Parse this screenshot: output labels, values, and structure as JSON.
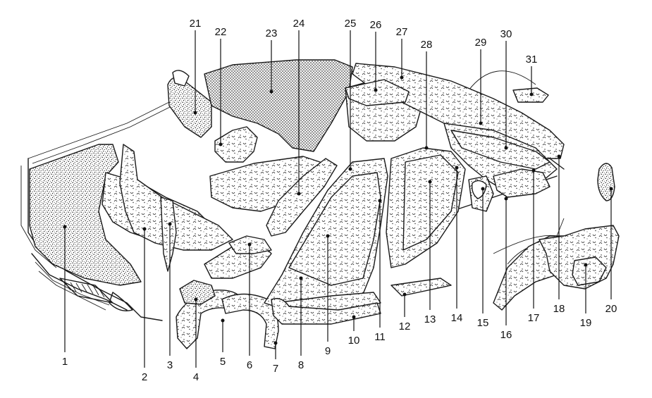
{
  "diagram": {
    "type": "exploded-parts-diagram",
    "callouts": [
      {
        "label": "1"
      },
      {
        "label": "2"
      },
      {
        "label": "3"
      },
      {
        "label": "4"
      },
      {
        "label": "5"
      },
      {
        "label": "6"
      },
      {
        "label": "7"
      },
      {
        "label": "8"
      },
      {
        "label": "9"
      },
      {
        "label": "10"
      },
      {
        "label": "11"
      },
      {
        "label": "12"
      },
      {
        "label": "13"
      },
      {
        "label": "14"
      },
      {
        "label": "15"
      },
      {
        "label": "16"
      },
      {
        "label": "17"
      },
      {
        "label": "18"
      },
      {
        "label": "19"
      },
      {
        "label": "20"
      },
      {
        "label": "21"
      },
      {
        "label": "22"
      },
      {
        "label": "23"
      },
      {
        "label": "24"
      },
      {
        "label": "25"
      },
      {
        "label": "26"
      },
      {
        "label": "27"
      },
      {
        "label": "28"
      },
      {
        "label": "29"
      },
      {
        "label": "30"
      },
      {
        "label": "31"
      }
    ]
  }
}
